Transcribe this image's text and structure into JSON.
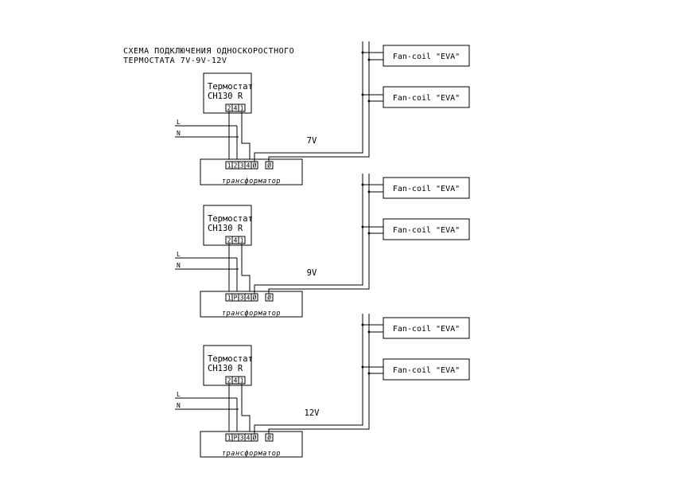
{
  "title": {
    "line1": "СХЕМА ПОДКЛЮЧЕНИЯ ОДНОСКОРОСТНОГО",
    "line2": "ТЕРМОСТАТА 7V-9V-12V"
  },
  "sections": [
    {
      "thermostat": {
        "line1": "Термостат",
        "line2": "CH130  R",
        "terminals": [
          "2",
          "4",
          "1"
        ]
      },
      "supply": {
        "l": "L",
        "n": "N"
      },
      "voltage": "7V",
      "transformer": {
        "label": "трансформатор",
        "terminals": [
          "1",
          "2",
          "3",
          "4",
          "Ø",
          "Ø"
        ]
      },
      "fancoils": [
        "Fan-coil \"EVA\"",
        "Fan-coil \"EVA\""
      ]
    },
    {
      "thermostat": {
        "line1": "Термостат",
        "line2": "CH130  R",
        "terminals": [
          "2",
          "4",
          "1"
        ]
      },
      "supply": {
        "l": "L",
        "n": "N"
      },
      "voltage": "9V",
      "transformer": {
        "label": "трансформатор",
        "terminals": [
          "1",
          "P",
          "3",
          "4",
          "Ø",
          "Ø"
        ]
      },
      "fancoils": [
        "Fan-coil \"EVA\"",
        "Fan-coil \"EVA\""
      ]
    },
    {
      "thermostat": {
        "line1": "Термостат",
        "line2": "CH130  R",
        "terminals": [
          "2",
          "4",
          "1"
        ]
      },
      "supply": {
        "l": "L",
        "n": "N"
      },
      "voltage": "12V",
      "transformer": {
        "label": "трансформатор",
        "terminals": [
          "1",
          "P",
          "3",
          "4",
          "Ø",
          "Ø"
        ]
      },
      "fancoils": [
        "Fan-coil \"EVA\"",
        "Fan-coil \"EVA\""
      ]
    }
  ]
}
